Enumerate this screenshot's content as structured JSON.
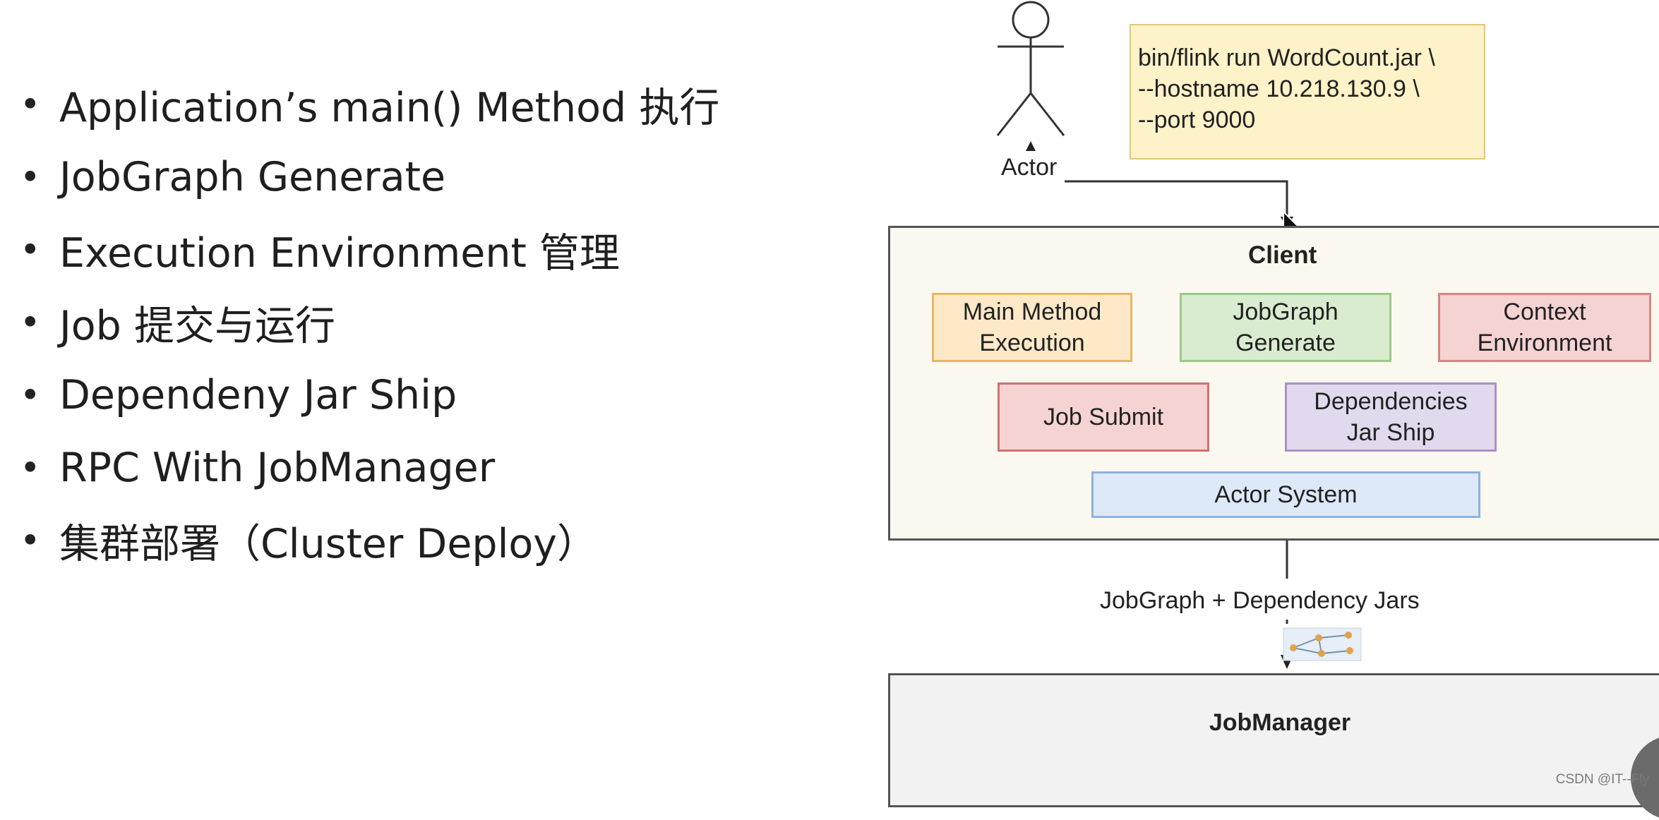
{
  "bullets": [
    "Application’s main() Method 执行",
    "JobGraph Generate",
    "Execution Environment 管理",
    "Job 提交与运行",
    "Dependeny Jar Ship",
    "RPC With JobManager",
    "集群部署（Cluster Deploy）"
  ],
  "bullet_marker": "•",
  "diagram": {
    "actor_label": "Actor",
    "command": [
      "bin/flink run WordCount.jar \\",
      "--hostname 10.218.130.9 \\",
      "--port 9000"
    ],
    "client_title": "Client",
    "main_method": [
      "Main Method",
      "Execution"
    ],
    "jobgraph_generate": [
      "JobGraph",
      "Generate"
    ],
    "context_env": [
      "Context",
      "Environment"
    ],
    "job_submit": "Job Submit",
    "dependencies": [
      "Dependencies",
      "Jar Ship"
    ],
    "actor_system": "Actor System",
    "edge_label": "JobGraph  + Dependency  Jars",
    "jobmanager": "JobManager"
  },
  "watermark": "CSDN @IT--Fly",
  "colors": {
    "client_bg": "#fbf8f0",
    "note_bg": "#fdf2c8",
    "main_method_bg": "#fde9c8",
    "main_method_border": "#e6b866",
    "jobgraph_bg": "#d9ecd0",
    "jobgraph_border": "#9cc88a",
    "context_bg": "#f6d3d3",
    "context_border": "#d98484",
    "job_submit_bg": "#f6d3d3",
    "job_submit_border": "#d26f6f",
    "dependencies_bg": "#e2d9ee",
    "dependencies_border": "#a891c6",
    "actor_system_bg": "#dde9f8",
    "actor_system_border": "#8eb0dd",
    "jobmanager_bg": "#f2f2f2"
  }
}
